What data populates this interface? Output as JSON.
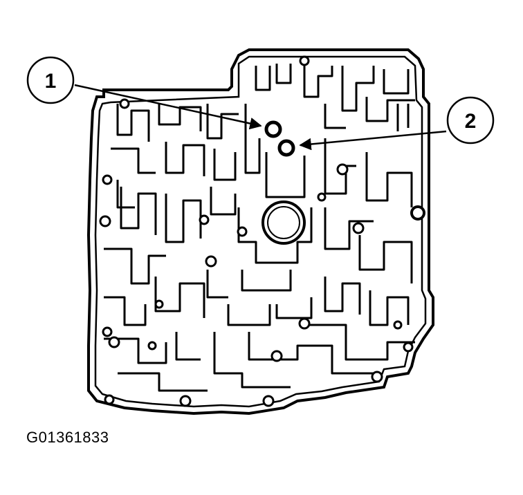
{
  "callouts": [
    {
      "number": "1"
    },
    {
      "number": "2"
    }
  ],
  "figure_code": "G01361833",
  "colors": {
    "ink": "#000000",
    "paper": "#ffffff"
  }
}
